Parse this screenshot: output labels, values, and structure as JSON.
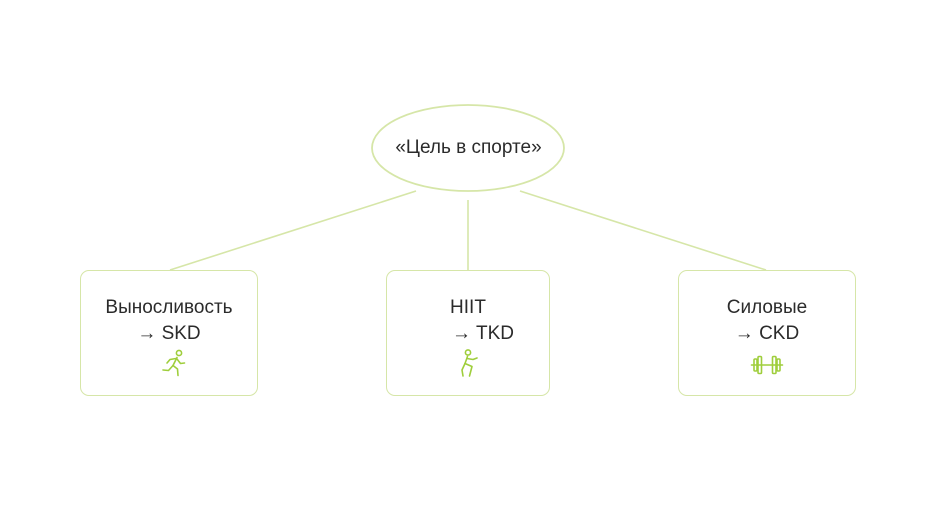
{
  "root": {
    "label": "«Цель в спорте»"
  },
  "nodes": [
    {
      "line1": "Выносливость",
      "line2": "→ SKD",
      "icon": "running-person-icon"
    },
    {
      "line1": "HIIT",
      "line2": "→ TKD",
      "icon": "squat-person-icon"
    },
    {
      "line1": "Силовые",
      "line2": "→ CKD",
      "icon": "barbell-icon"
    }
  ],
  "colors": {
    "line": "#d6e6a8",
    "icon": "#9fce3c",
    "text": "#2b2b2b"
  }
}
